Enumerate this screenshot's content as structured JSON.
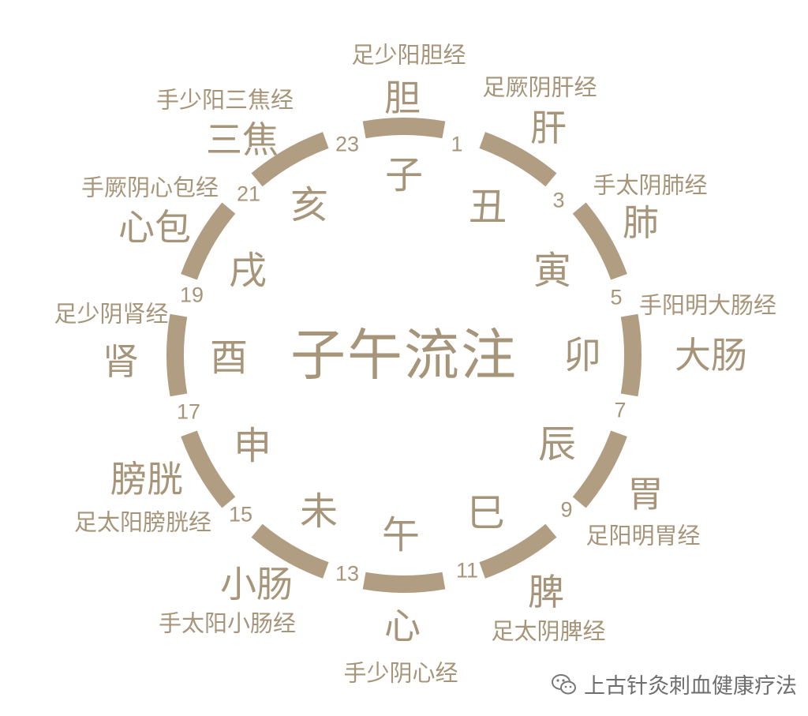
{
  "title": "子午流注",
  "colors": {
    "ring": "#b19e82",
    "text": "#a7957a",
    "watermark": "#6e6e6e"
  },
  "branches": [
    "子",
    "丑",
    "寅",
    "卯",
    "辰",
    "巳",
    "午",
    "未",
    "申",
    "酉",
    "戌",
    "亥"
  ],
  "organs": [
    "胆",
    "肝",
    "肺",
    "大肠",
    "胃",
    "脾",
    "心",
    "小肠",
    "膀胱",
    "肾",
    "心包",
    "三焦"
  ],
  "meridians": [
    "足少阳胆经",
    "足厥阴肝经",
    "手太阴肺经",
    "手阳明大肠经",
    "足阳明胃经",
    "足太阴脾经",
    "手少阴心经",
    "手太阳小肠经",
    "足太阳膀胱经",
    "足少阴肾经",
    "手厥阴心包经",
    "手少阳三焦经"
  ],
  "hours": [
    "1",
    "3",
    "5",
    "7",
    "9",
    "11",
    "13",
    "15",
    "17",
    "19",
    "21",
    "23"
  ],
  "watermark": {
    "icon": "wechat-icon",
    "text": "上古针灸刺血健康疗法"
  }
}
